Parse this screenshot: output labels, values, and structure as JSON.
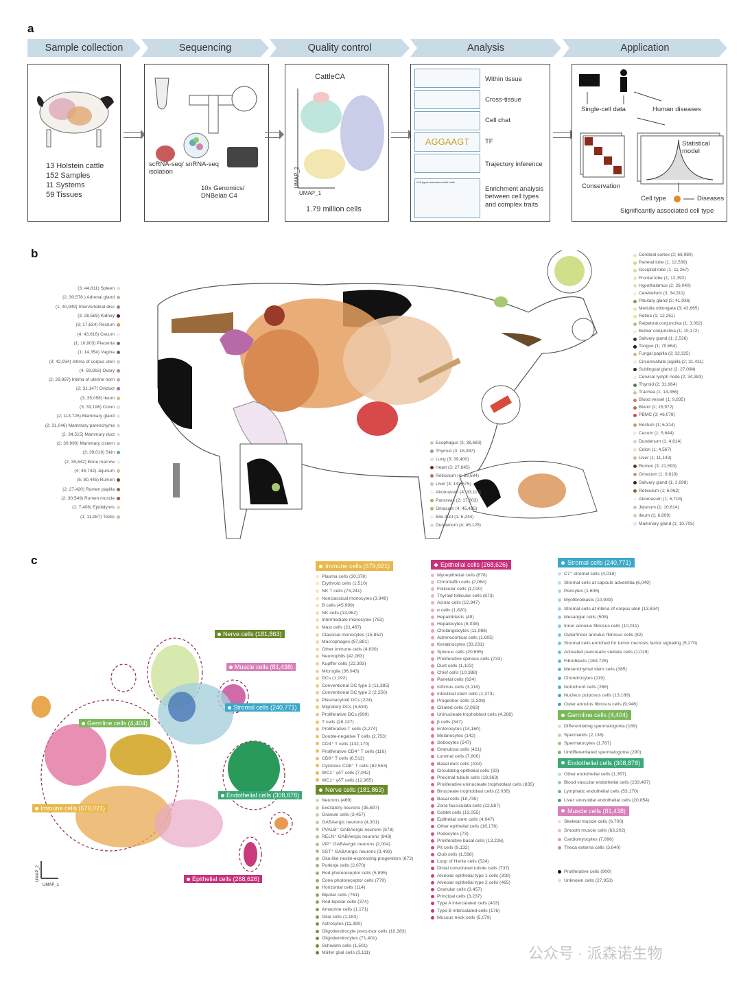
{
  "panel_labels": {
    "a": "a",
    "b": "b",
    "c": "c"
  },
  "panel_a": {
    "stages": [
      "Sample collection",
      "Sequencing",
      "Quality control",
      "Analysis",
      "Application"
    ],
    "sample": [
      "13 Holstein cattle",
      "152 Samples",
      "11 Systems",
      "59 Tissues"
    ],
    "sequencing": {
      "isolation": "scRNA-seq/ snRNA-seq isolation",
      "platform": "10x Genomics/ DNBelab C4"
    },
    "qc": {
      "title": "CattleCA",
      "yaxis": "UMAP_2",
      "xaxis": "UMAP_1",
      "cells": "1.79 million cells"
    },
    "analysis": [
      "Within tissue",
      "Cross-tissue",
      "Cell chat",
      "TF",
      "Trajectory inference",
      "Enrichment analysis between cell types and complex traits"
    ],
    "analysis_motif": "AGGAAGT",
    "analysis_plot_title": "Cell types associated with traits",
    "application": {
      "single_cell": "Single-cell data",
      "human": "Human diseases",
      "stat": "Statistical model",
      "conservation": "Conservation",
      "cell_type": "Cell type",
      "diseases": "Diseases",
      "sig": "Significantly associated cell type"
    }
  },
  "panel_b": {
    "left": [
      "(3; 44,811) Spleen",
      "(2; 30,578 ) Adrenal gland",
      "(1; 40,949) Intervertebral disc",
      "(3; 28,585) Kidney",
      "(3; 17,634) Rectum",
      "(4; 43,616) Cecum",
      "(1; 10,803) Placenta",
      "(1; 14,354) Vagina",
      "(3; 42,934) Intima of corpus uteri",
      "(4; 59,816) Ovary",
      "(2; 29,987) Intima of uterine horn",
      "(2; 31,147) Oviduct",
      "(3; 35,058) Ileum",
      "(3; 33,196) Colon",
      "(2; 113,725) Mammary gland",
      "(2; 31,046) Mammary parenchyma",
      "(2; 34,515) Mammary duct",
      "(2; 30,990) Mammary cistern",
      "(3; 39,016) Skin",
      "(2; 35,842) Bone marrow",
      "(4; 48,742) Jejunum",
      "(5; 80,445) Rumen",
      "(2; 27,420) Rumen papilla",
      "(2; 30,549) Rumen muscle",
      "(1; 7,406) Epididymis",
      "(1; 11,987) Testis"
    ],
    "left_colors": [
      "#ddd",
      "#b9b98a",
      "#a08a9a",
      "#6b1f2a",
      "#d8965a",
      "#eee",
      "#8a6a8a",
      "#7a5a7a",
      "#ccc",
      "#a88aa0",
      "#c0a8b8",
      "#9a7a98",
      "#d8b880",
      "#e0dcc0",
      "#e4e4e4",
      "#d8d0d8",
      "#e0e0e0",
      "#d0c0d0",
      "#6aa8a0",
      "#eee",
      "#d8b898",
      "#6b5a2a",
      "#9a6a4a",
      "#a05a4a",
      "#d8d8b0",
      "#b8c890"
    ],
    "middle": [
      "Esophagus (3; 38,683)",
      "Thymus (3; 16,387)",
      "Lung (3; 39,400)",
      "Heart (3; 27,845)",
      "Reticulum (4; 39,584)",
      "Liver (4; 142,575)",
      "Abomasum (4; 33,119)",
      "Pancreas (2; 17,803)",
      "Omasum (4; 45,425)",
      "Bile duct (1; 6,244)",
      "Duodenum (4; 45,125)"
    ],
    "middle_colors": [
      "#d8c890",
      "#999",
      "#ddd",
      "#8a1f2a",
      "#a87a5a",
      "#d0c0a0",
      "#f0f0f0",
      "#a8a890",
      "#d0a870",
      "#eee",
      "#e0d8b0"
    ],
    "right_top": [
      "Cerebral cortex (2; 66,980)",
      "Parietal lobe (1; 12,539)",
      "Occipital lobe (1; 11,267)",
      "Frontal lobe (1; 12,392)",
      "Hypothalamus (2; 26,040)",
      "Cerebellum (3; 34,311)",
      "Pituitary gland (3; 41,936)",
      "Medulla oblongata (3; 42,865)",
      "Retina (1; 12,251)",
      "Palpebral conjunctiva (1; 3,082)",
      "Bulbar conjunctiva (1; 10,172)",
      "Salivary gland (1; 2,526)",
      "Tongue (1; 70,664)",
      "Fungal papilla (2; 32,325)",
      "Circumvallate papilla (2; 31,431)",
      "Sublingual gland (2; 27,094)",
      "Cervical lymph node (2; 34,383)",
      "Thyroid (2; 31,964)",
      "Trachea (1; 14,356)",
      "Blood vessel (1; 9,835)",
      "Blood (2; 15,972)",
      "PBMC (3; 46,078)"
    ],
    "right_top_colors": [
      "#dfe8c0",
      "#c8e070",
      "#d0dca0",
      "#e0ecb0",
      "#d8e4b0",
      "#eef0e0",
      "#7a9a5a",
      "#dde8c0",
      "#d8ec90",
      "#a8c880",
      "#eef0e0",
      "#3a3a2a",
      "#1a1a1a",
      "#d8b870",
      "#eeeedd",
      "#2a2a1a",
      "#eeeed8",
      "#5a7a4a",
      "#b8c8b8",
      "#c87a6a",
      "#b86a5a",
      "#d84a3a"
    ],
    "right_bottom": [
      "Rectum (1; 6,314)",
      "Cecum (1; 5,644)",
      "Duodenum (1; 4,814)",
      "Colon (1; 4,567)",
      "Liver (1; 11,143)",
      "Rumen (3; 21,593)",
      "Omasum (1; 9,619)",
      "Salivary gland (1; 2,698)",
      "Reticulum (1; 6,062)",
      "Abomasum (1; 6,718)",
      "Jejunum (1; 10,614)",
      "Ileum (1; 6,809)",
      "Mammary gland (1; 10,705)"
    ],
    "right_bottom_colors": [
      "#c8a060",
      "#f0ece0",
      "#d8d0c0",
      "#e8e4d0",
      "#d8b890",
      "#5a3a2a",
      "#b8a070",
      "#2a2a2a",
      "#8a6a3a",
      "#f4f4f4",
      "#d8c0a0",
      "#e0c8a0",
      "#e0e4ec"
    ]
  },
  "panel_c": {
    "axis": {
      "x": "UMAP_1",
      "y": "UMAP_2"
    },
    "cluster_labels": {
      "nerve": "Nerve cells (181,863)",
      "muscle": "Muscle cells (81,438)",
      "stromal": "Stromal cells (240,771)",
      "germline": "Germline cells (4,404)",
      "endothelial": "Endothelial cells (308,878)",
      "immune": "Immune cells (679,021)",
      "epithelial": "Epithelial cells (268,626)"
    },
    "colors": {
      "immune": "#e8b84a",
      "nerve": "#6a8a2a",
      "epithelial": "#c8307a",
      "stromal": "#3aa8c8",
      "germline": "#7ab85a",
      "endothelial": "#3aa878",
      "muscle": "#d880b8"
    },
    "legend": [
      [
        {
          "key": "immune",
          "title": "Immune cells (679,021)",
          "items": [
            "Plasma cells (30,378)",
            "Erythroid cells (1,510)",
            "NK T cells (73,241)",
            "Nonclassical monocytes (3,849)",
            "B cells (45,999)",
            "NK cells (13,962)",
            "Intermediate monocytes (753)",
            "Mast cells (21,467)",
            "Classical monocytes (15,852)",
            "Macrophages (67,881)",
            "Other immune cells (4,630)",
            "Neutrophils (42,083)",
            "Kupffer cells (22,393)",
            "Microglia (36,043)",
            "DCs (1,192)",
            "Conventional DC type 1 (11,385)",
            "Conventional DC type 2 (2,250)",
            "Plasmacytoid DCs (224)",
            "Migratory DCs (6,634)",
            "Proliferative DCs (899)",
            "T cells (28,137)",
            "Proliferative T cells (3,274)",
            "Double-negative T cells (2,753)",
            "CD4⁺ T cells (132,170)",
            "Proliferative CD4⁺ T cells (116)",
            "CD8⁺ T cells (6,513)",
            "Cytotoxic CD8⁺ T cells (82,553)",
            "WC1⁻ γδT cells (7,942)",
            "WC1⁺ γδT cells (12,965)"
          ]
        },
        {
          "key": "nerve",
          "title": "Nerve cells (181,863)",
          "items": [
            "Neurons (469)",
            "Excitatory neurons (35,697)",
            "Granule cells (3,457)",
            "GABAergic neurons (4,301)",
            "PVALB⁺ GABAergic neurons (878)",
            "RELN⁺ GABAergic neurons (843)",
            "VIP⁺ GABAergic neurons (2,004)",
            "SST⁺ GABAergic neurons (3,493)",
            "Glia-like nestin-expressing progenitors (672)",
            "Purkinje cells (2,070)",
            "Rod photoreceptor cells (5,895)",
            "Cone photoreceptor cells (779)",
            "Horizontal cells (114)",
            "Bipolar cells (761)",
            "Rod bipolar cells (374)",
            "Amacrine cells (1,171)",
            "Glial cells (1,183)",
            "Astrocytes (11,390)",
            "Oligodendrocyte precursor cells (10,383)",
            "Oligodendrocytes (71,401)",
            "Schwann cells (1,501)",
            "Müller glial cells (3,111)"
          ]
        }
      ],
      [
        {
          "key": "epithelial",
          "title": "Epithelial cells (268,626)",
          "items": [
            "Myoepithelial cells (878)",
            "Chromaffin cells (2,064)",
            "Follicular cells (1,010)",
            "Thyroid follicular cells (673)",
            "Acinar cells (12,947)",
            "α cells (1,820)",
            "Hepatoblasts (49)",
            "Hepatocytes (8,038)",
            "Cholangiocytes (11,086)",
            "Adrenocortical cells (1,605)",
            "Keratinocytes (33,231)",
            "Spinous cells (20,695)",
            "Proliferative spinous cells (733)",
            "Duct cells (1,103)",
            "Chief cells (10,388)",
            "Parietal cells (624)",
            "Isthmus cells (3,118)",
            "Intestinal stem cells (1,373)",
            "Progenitor cells (2,308)",
            "Ciliated cells (2,063)",
            "Uninucleate trophoblast cells (4,288)",
            "β cells (347)",
            "Enterocytes (14,160)",
            "Melanocytes (142)",
            "Sebocytes (547)",
            "Granulosa cells (421)",
            "Luminal cells (7,800)",
            "Basal duct cells (433)",
            "Circulating epithelial cells (33)",
            "Proximal tubule cells (18,363)",
            "Proliferative uninucleate trophoblast cells (835)",
            "Binucleate trophoblast cells (2,036)",
            "Basal cells (18,735)",
            "Zona fasciculata cells (12,587)",
            "Goblet cells (13,055)",
            "Epithelial stem cells (4,047)",
            "Other epithelial cells (16,176)",
            "Podocytes (73)",
            "Proliferative basal cells (13,226)",
            "Pit cells (9,132)",
            "Club cells (1,598)",
            "Loop of Henle cells (524)",
            "Distal convoluted tubule cells (737)",
            "Alveolar epithelial type 1 cells (308)",
            "Alveolar epithelial type 2 cells (465)",
            "Granular cells (3,457)",
            "Principal cells (3,237)",
            "Type A intercalated cells (403)",
            "Type B intercalated cells (176)",
            "Mucous neck cells (5,079)"
          ]
        }
      ],
      [
        {
          "key": "stromal",
          "title": "Stromal cells (240,771)",
          "items": [
            "C7⁺ stromal cells (4,018)",
            "Stromal cells at capsule adventitia (6,049)",
            "Pericytes (1,606)",
            "Myofibroblasts (10,939)",
            "Stromal cells at intima of corpus uteri (13,634)",
            "Mesangial cells (508)",
            "Inner annulus fibrosus cells (10,011)",
            "Outer/inner annulus fibrosus cells (82)",
            "Stromal cells enriched for tumor necrosis factor signaling (5,270)",
            "Activated pancreatic stellate cells (1,019)",
            "Fibroblasts (163,728)",
            "Mesenchymal stem cells (385)",
            "Chondrocytes (119)",
            "Notochord cells (268)",
            "Nucleus pulposus cells (13,189)",
            "Outer annulus fibrosus cells (9,946)"
          ]
        },
        {
          "key": "germline",
          "title": "Germline cells (4,404)",
          "items": [
            "Differentiating spermatogonia (189)",
            "Spermatids (2,138)",
            "Spermatocytes (1,787)",
            "Undifferentiated spermatogonia (290)"
          ]
        },
        {
          "key": "endothelial",
          "title": "Endothelial cells (308,878)",
          "items": [
            "Other endothelial cells (1,357)",
            "Blood vascular endothelial cells (233,497)",
            "Lymphatic endothelial cells (53,170)",
            "Liver sinusoidal endothelial cells (20,854)"
          ]
        },
        {
          "key": "muscle",
          "title": "Muscle cells (81,438)",
          "items": [
            "Skeletal muscle cells (6,700)",
            "Smooth muscle cells (63,202)",
            "Cardiomyocytes (7,896)",
            "Theca externa cells (3,640)"
          ]
        }
      ]
    ],
    "other": [
      {
        "label": "Proliferative cells (900)",
        "color": "#111"
      },
      {
        "label": "Unknown cells (27,953)",
        "color": "#ddd"
      }
    ]
  },
  "watermark": "公众号 · 派森诺生物"
}
